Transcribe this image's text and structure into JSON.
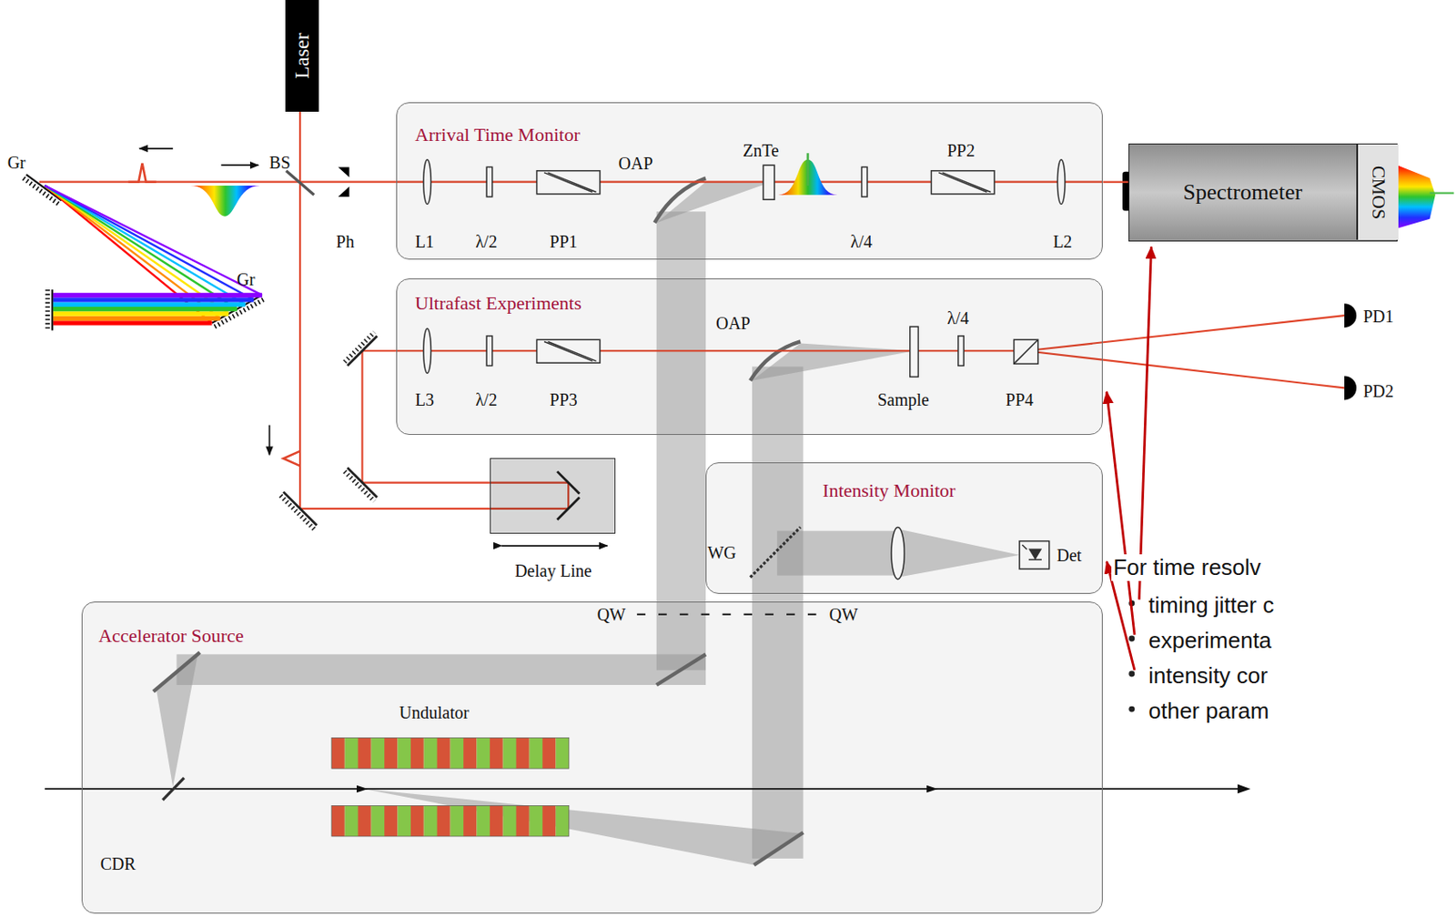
{
  "diagram": {
    "nodes": [
      {
        "text": [
          "Laser"
        ]
      },
      {
        "text": [
          "Arrival Time Monitor"
        ]
      },
      {
        "text": [
          "Spectrometer"
        ]
      },
      {
        "text": [
          "CMOS"
        ],
        "in": 2
      },
      {
        "text": [
          "Ultrafast Experiments"
        ]
      },
      {
        "text": [
          "Intensity Monitor"
        ]
      },
      {
        "text": [
          "Delay Line"
        ]
      },
      {
        "text": [
          "Accelerator Source"
        ]
      }
    ],
    "edges": [
      {
        "from": 1,
        "to": 2,
        "arrow": "none"
      }
    ],
    "labels": [
      "Gr",
      "BS",
      "Ph",
      "L1",
      "λ/2",
      "PP1",
      "OAP",
      "ZnTe",
      "λ/4",
      "PP2",
      "L2",
      "Gr",
      "L3",
      "λ/2",
      "PP3",
      "OAP",
      "λ/4",
      "Sample",
      "PP4",
      "PD1",
      "PD2",
      "WG",
      "Det",
      "QW",
      "QW",
      "Undulator",
      "CDR",
      "For time resolv",
      "timing jitter c",
      "experimenta",
      "intensity cor",
      "other param"
    ]
  }
}
